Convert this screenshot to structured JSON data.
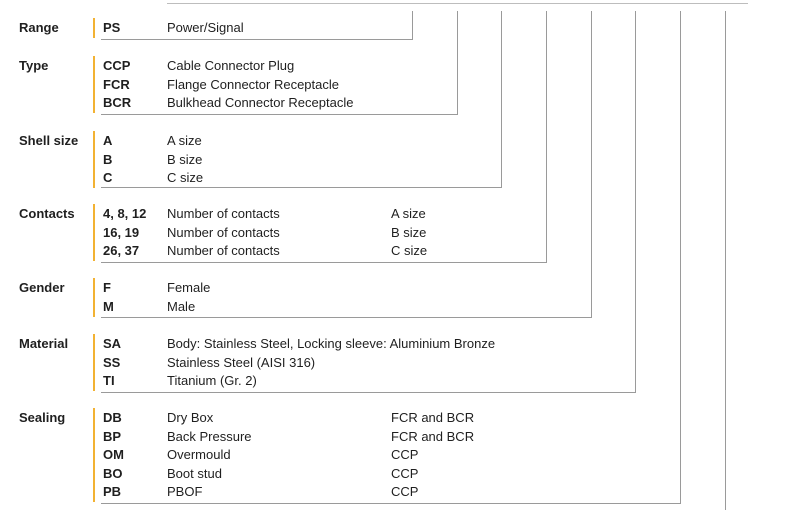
{
  "groups": [
    {
      "label": "Range",
      "entries": [
        {
          "code": "PS",
          "desc": "Power/Signal",
          "note": ""
        }
      ]
    },
    {
      "label": "Type",
      "entries": [
        {
          "code": "CCP",
          "desc": "Cable Connector Plug",
          "note": ""
        },
        {
          "code": "FCR",
          "desc": "Flange Connector Receptacle",
          "note": ""
        },
        {
          "code": "BCR",
          "desc": "Bulkhead Connector Receptacle",
          "note": ""
        }
      ]
    },
    {
      "label": "Shell size",
      "entries": [
        {
          "code": "A",
          "desc": "A size",
          "note": ""
        },
        {
          "code": "B",
          "desc": "B size",
          "note": ""
        },
        {
          "code": "C",
          "desc": "C size",
          "note": ""
        }
      ]
    },
    {
      "label": "Contacts",
      "entries": [
        {
          "code": "4, 8, 12",
          "desc": "Number of contacts",
          "note": "A size"
        },
        {
          "code": "16, 19",
          "desc": "Number of contacts",
          "note": "B size"
        },
        {
          "code": "26, 37",
          "desc": "Number of contacts",
          "note": "C size"
        }
      ]
    },
    {
      "label": "Gender",
      "entries": [
        {
          "code": "F",
          "desc": "Female",
          "note": ""
        },
        {
          "code": "M",
          "desc": "Male",
          "note": ""
        }
      ]
    },
    {
      "label": "Material",
      "entries": [
        {
          "code": "SA",
          "desc": "Body: Stainless Steel, Locking sleeve: Aluminium Bronze",
          "note": ""
        },
        {
          "code": "SS",
          "desc": "Stainless Steel (AISI 316)",
          "note": ""
        },
        {
          "code": "TI",
          "desc": "Titanium (Gr. 2)",
          "note": ""
        }
      ]
    },
    {
      "label": "Sealing",
      "entries": [
        {
          "code": "DB",
          "desc": "Dry Box",
          "note": "FCR and BCR"
        },
        {
          "code": "BP",
          "desc": "Back Pressure",
          "note": "FCR and BCR"
        },
        {
          "code": "OM",
          "desc": "Overmould",
          "note": "CCP"
        },
        {
          "code": "BO",
          "desc": "Boot stud",
          "note": "CCP"
        },
        {
          "code": "PB",
          "desc": "PBOF",
          "note": "CCP"
        }
      ]
    }
  ],
  "colors": {
    "accent_bar": "#f2b233",
    "connector_line": "#9a9a9a",
    "text": "#1f1f1f"
  }
}
